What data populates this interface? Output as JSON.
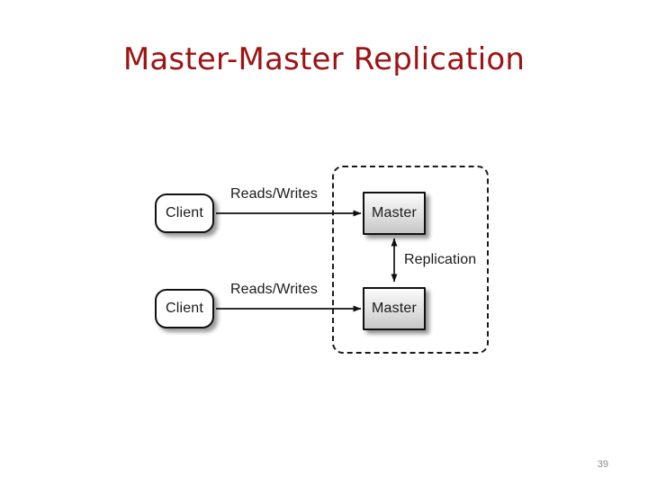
{
  "slide": {
    "title": "Master-Master Replication",
    "title_color": "#9E1212",
    "page_number": "39",
    "background_color": "#FFFFFF"
  },
  "diagram": {
    "type": "architecture-diagram",
    "cluster": {
      "name": "replication-cluster",
      "border_style": "dashed",
      "border_color": "#1A1A1A"
    },
    "nodes": [
      {
        "id": "client-top",
        "label": "Client",
        "shape": "rounded-rect",
        "fill": "#FFFFFF"
      },
      {
        "id": "client-bottom",
        "label": "Client",
        "shape": "rounded-rect",
        "fill": "#FFFFFF"
      },
      {
        "id": "master-top",
        "label": "Master",
        "shape": "rect",
        "fill": "#DCDCDC"
      },
      {
        "id": "master-bottom",
        "label": "Master",
        "shape": "rect",
        "fill": "#DCDCDC"
      }
    ],
    "edges": [
      {
        "id": "edge-client-top-master-top",
        "label": "Reads/Writes",
        "from": "client-top",
        "to": "master-top",
        "arrow": "single"
      },
      {
        "id": "edge-client-bottom-master-bottom",
        "label": "Reads/Writes",
        "from": "client-bottom",
        "to": "master-bottom",
        "arrow": "single"
      },
      {
        "id": "edge-master-master",
        "label": "Replication",
        "from": "master-top",
        "to": "master-bottom",
        "arrow": "double"
      }
    ]
  }
}
